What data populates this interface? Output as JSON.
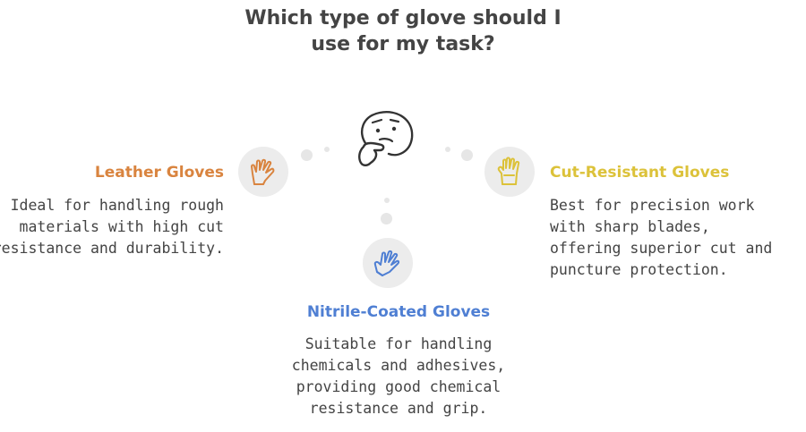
{
  "title": "Which type of glove should I use for my task?",
  "options": {
    "leather": {
      "heading": "Leather Gloves",
      "color": "#d9843f",
      "icon": "glove-icon",
      "lines": [
        "Ideal for handling rough",
        "materials with high cut",
        "resistance and durability."
      ]
    },
    "cut_resistant": {
      "heading": "Cut-Resistant Gloves",
      "color": "#dcc23a",
      "icon": "glove-icon",
      "lines": [
        "Best for precision work",
        "with sharp blades,",
        "offering superior cut and",
        "puncture protection."
      ]
    },
    "nitrile": {
      "heading": "Nitrile-Coated Gloves",
      "color": "#4f7fd3",
      "icon": "glove-icon",
      "lines": [
        "Suitable for handling",
        "chemicals and adhesives,",
        "providing good chemical",
        "resistance and grip."
      ]
    }
  },
  "center_icon": "thinking-face-icon"
}
